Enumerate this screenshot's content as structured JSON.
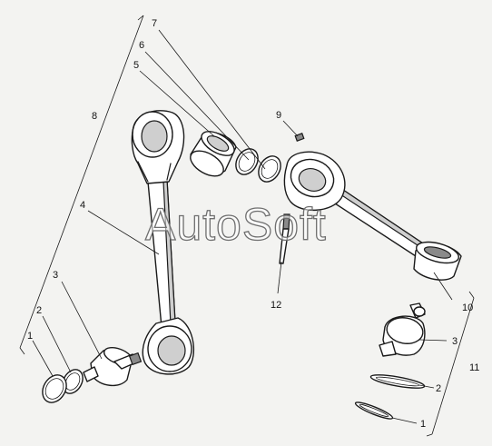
{
  "watermark": "AutoSoft",
  "callouts": {
    "c1_left": "1",
    "c2_left": "2",
    "c3_left": "3",
    "c4": "4",
    "c5": "5",
    "c6": "6",
    "c7": "7",
    "c8": "8",
    "c9": "9",
    "c10": "10",
    "c11": "11",
    "c12": "12",
    "c3_right": "3",
    "c2_right": "2",
    "c1_right": "1"
  }
}
